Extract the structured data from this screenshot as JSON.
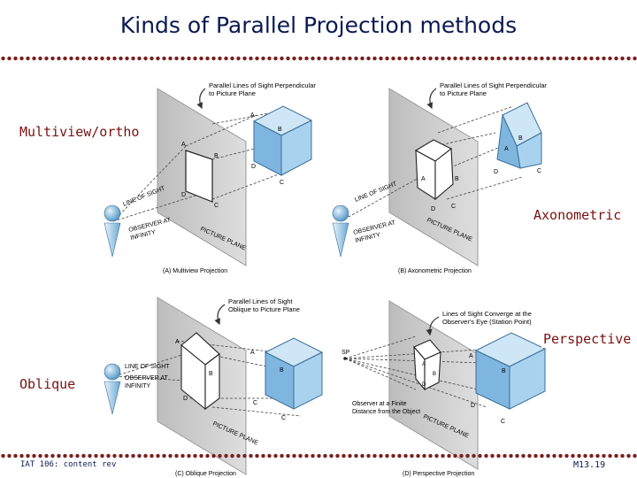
{
  "slide": {
    "title": "Kinds of Parallel Projection methods",
    "labels": {
      "multiview": "Multiview/ortho",
      "axonometric": "Axonometric",
      "perspective": "Perspective",
      "oblique": "Oblique"
    },
    "footer_left": "IAT 106: content rev",
    "footer_right": "M13.19"
  },
  "panels": {
    "a": {
      "caption": "(A)  Multiview Projection",
      "note_line1": "Parallel Lines of Sight Perpendicular",
      "note_line2": "to Picture Plane",
      "line_of_sight": "LINE OF SIGHT",
      "observer1": "OBSERVER AT",
      "observer2": "INFINITY",
      "picture_plane": "PICTURE PLANE"
    },
    "b": {
      "caption": "(B)  Axonometric Projection",
      "note_line1": "Parallel Lines of Sight Perpendicular",
      "note_line2": "to Picture Plane",
      "line_of_sight": "LINE OF SIGHT",
      "observer1": "OBSERVER AT",
      "observer2": "INFINITY",
      "picture_plane": "PICTURE PLANE"
    },
    "c": {
      "caption": "(C)  Oblique Projection",
      "note_line1": "Parallel Lines of Sight",
      "note_line2": "Oblique to Picture Plane",
      "line_of_sight": "LINE OF SIGHT",
      "observer1": "OBSERVER AT",
      "observer2": "INFINITY",
      "picture_plane": "PICTURE PLANE"
    },
    "d": {
      "caption": "(D)  Perspective Projection",
      "note_line1": "Lines of Sight Converge at the",
      "note_line2": "Observer's Eye (Station Point)",
      "sp": "SP",
      "observer1": "Observer at a Finite",
      "observer2": "Distance from the Object",
      "picture_plane": "PICTURE PLANE"
    }
  },
  "vertex_labels": {
    "a": "A",
    "b": "B",
    "c": "C",
    "d": "D"
  },
  "colors": {
    "title": "#0a1a52",
    "label": "#7a1010",
    "dots": "#7a1f1f",
    "cube_front": "#a9d2ee",
    "cube_side": "#7fb6df",
    "plane": "#c9c9c9"
  }
}
